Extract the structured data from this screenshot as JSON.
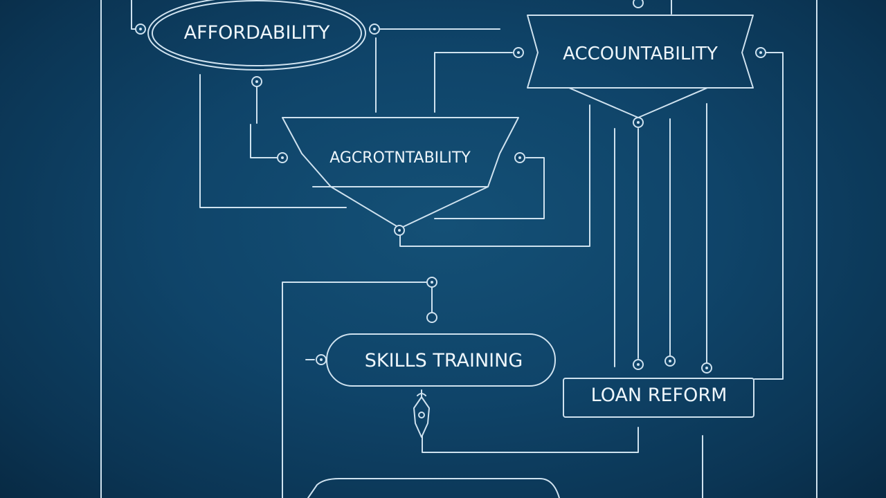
{
  "nodes": {
    "affordability": {
      "label": "AFFORDABILITY",
      "shape": "ellipse"
    },
    "accountability": {
      "label": "ACCOUNTABILITY",
      "shape": "banner"
    },
    "garbled": {
      "label": "AGCROTNTABILITY",
      "shape": "funnel"
    },
    "skills_training": {
      "label": "SKILLS TRAINING",
      "shape": "rounded-pill"
    },
    "loan_reform": {
      "label": "LOAN REFORM",
      "shape": "rectangle"
    }
  },
  "colors": {
    "background": "#0f4469",
    "line": "#cfe2ef",
    "text": "#eef6fb"
  }
}
